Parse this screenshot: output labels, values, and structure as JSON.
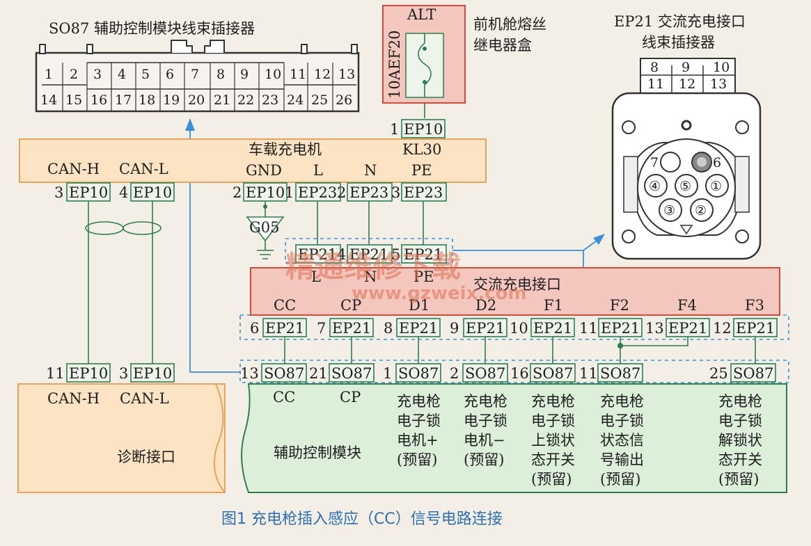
{
  "so87_connector": {
    "title": "SO87 辅助控制模块线束插接器",
    "pins_row1": [
      "1",
      "2",
      "3",
      "4",
      "5",
      "6",
      "7",
      "8",
      "9",
      "10",
      "11",
      "12",
      "13"
    ],
    "pins_row2": [
      "14",
      "15",
      "16",
      "17",
      "18",
      "19",
      "20",
      "21",
      "22",
      "23",
      "24",
      "25",
      "26"
    ]
  },
  "fuse_box": {
    "label": "ALT",
    "fuse_id": "10AEF20",
    "title_line1": "前机舱熔丝",
    "title_line2": "继电器盒",
    "out_pin": "1",
    "out_conn": "EP10"
  },
  "ep21_connector": {
    "title_line1": "EP21 交流充电接口",
    "title_line2": "线束插接器",
    "pins_row1": [
      "8",
      "9",
      "10"
    ],
    "pins_row2": [
      "11",
      "12",
      "13"
    ],
    "socket_pins": [
      "7",
      "6",
      "④",
      "⑤",
      "①",
      "③",
      "②"
    ]
  },
  "charger": {
    "title": "车载充电机",
    "kl30": "KL30",
    "can_h": "CAN-H",
    "can_l": "CAN-L",
    "gnd": "GND",
    "l": "L",
    "n": "N",
    "pe": "PE",
    "pins": [
      {
        "num": "3",
        "conn": "EP10"
      },
      {
        "num": "4",
        "conn": "EP10"
      },
      {
        "num": "2",
        "conn": "EP10"
      },
      {
        "num": "1",
        "conn": "EP23"
      },
      {
        "num": "2",
        "conn": "EP23"
      },
      {
        "num": "3",
        "conn": "EP23"
      }
    ]
  },
  "ground": {
    "label": "G05"
  },
  "mid_pins": [
    {
      "num": "",
      "conn": "EP21"
    },
    {
      "num": "4",
      "conn": "EP21"
    },
    {
      "num": "5",
      "conn": "EP21"
    }
  ],
  "ac_port": {
    "title": "交流充电接口",
    "top_labels": [
      "L",
      "N",
      "PE"
    ],
    "labels": [
      "CC",
      "CP",
      "D1",
      "D2",
      "F1",
      "F2",
      "F4",
      "F3"
    ],
    "pins": [
      {
        "num": "6",
        "conn": "EP21"
      },
      {
        "num": "7",
        "conn": "EP21"
      },
      {
        "num": "8",
        "conn": "EP21"
      },
      {
        "num": "9",
        "conn": "EP21"
      },
      {
        "num": "10",
        "conn": "EP21"
      },
      {
        "num": "11",
        "conn": "EP21"
      },
      {
        "num": "13",
        "conn": "EP21"
      },
      {
        "num": "12",
        "conn": "EP21"
      }
    ]
  },
  "diag_port": {
    "title": "诊断接口",
    "can_h": "CAN-H",
    "can_l": "CAN-L",
    "pins": [
      {
        "num": "11",
        "conn": "EP10"
      },
      {
        "num": "3",
        "conn": "EP10"
      }
    ]
  },
  "aux_module": {
    "title": "辅助控制模块",
    "pins": [
      {
        "num": "13",
        "conn": "SO87"
      },
      {
        "num": "21",
        "conn": "SO87"
      },
      {
        "num": "1",
        "conn": "SO87"
      },
      {
        "num": "2",
        "conn": "SO87"
      },
      {
        "num": "16",
        "conn": "SO87"
      },
      {
        "num": "11",
        "conn": "SO87"
      },
      {
        "num": "25",
        "conn": "SO87"
      }
    ],
    "cc": "CC",
    "cp": "CP",
    "descs": [
      [
        "充电枪",
        "电子锁",
        "电机+",
        "(预留)"
      ],
      [
        "充电枪",
        "电子锁",
        "电机−",
        "(预留)"
      ],
      [
        "充电枪",
        "电子锁",
        "上锁状",
        "态开关",
        "(预留)"
      ],
      [
        "充电枪",
        "电子锁",
        "状态信",
        "号输出",
        "(预留)"
      ],
      [
        "充电枪",
        "电子锁",
        "解锁状",
        "态开关",
        "(预留)"
      ]
    ]
  },
  "watermark": {
    "line1": "精通维修下载",
    "line2": "www.gzweix.com"
  },
  "caption": "图1   充电枪插入感应（CC）信号电路连接",
  "colors": {
    "orange_fill": "#fbe3c4",
    "orange_stroke": "#e8a35a",
    "red_fill": "#f4c7be",
    "red_stroke": "#d24a3c",
    "green_fill": "#dcefd9",
    "green_stroke": "#2e7d4f",
    "blue": "#3a8fd8",
    "caption": "#2f6fb0"
  }
}
